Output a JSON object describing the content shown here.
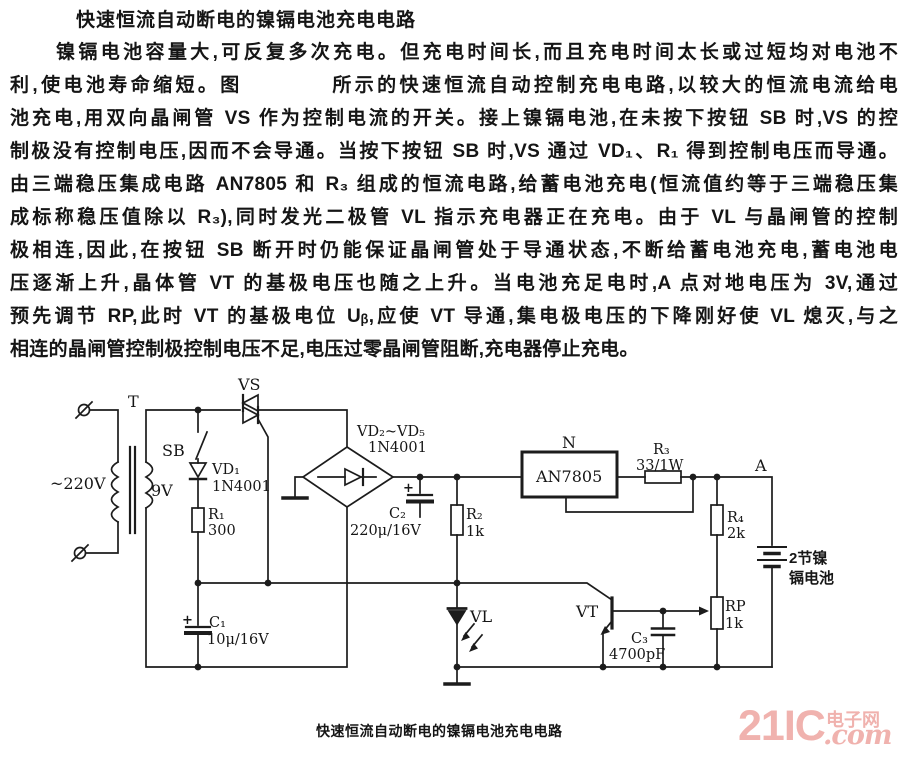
{
  "page": {
    "title": "快速恒流自动断电的镍镉电池充电电路",
    "paragraph_lines": [
      "镍镉电池容量大,可反复多次充电。但充电时间长,而且充电时间太长或过短均对电池不",
      "利,使电池寿命缩短。图　　　　所示的快速恒流自动控制充电电路,以较大的恒流电流给电",
      "池充电,用双向晶闸管 VS 作为控制电流的开关。接上镍镉电池,在未按下按钮 SB 时,VS 的控",
      "制极没有控制电压,因而不会导通。当按下按钮 SB 时,VS 通过 VD₁、R₁ 得到控制电压而导通。",
      "由三端稳压集成电路 AN7805 和 R₃ 组成的恒流电路,给蓄电池充电(恒流值约等于三端稳压集",
      "成标称稳压值除以 R₃),同时发光二极管 VL 指示充电器正在充电。由于 VL 与晶闸管的控制",
      "极相连,因此,在按钮 SB 断开时仍能保证晶闸管处于导通状态,不断给蓄电池充电,蓄电池电",
      "压逐渐上升,晶体管 VT 的基极电压也随之上升。当电池充足电时,A 点对地电压为 3V,通过",
      "预先调节 RP,此时 VT 的基极电位 Uᵦ,应使 VT 导通,集电极电压的下降刚好使 VL 熄灭,与之",
      "相连的晶闸管控制极控制电压不足,电压过零晶闸管阻断,充电器停止充电。"
    ],
    "caption": "快速恒流自动断电的镍镉电池充电电路",
    "watermark": {
      "big": "21IC",
      "right_top": "电子网",
      "right_bottom": ".com",
      "color": "#f0b2ae"
    }
  },
  "schematic": {
    "transformer": {
      "name": "T",
      "primary": "~220V",
      "secondary": "9V"
    },
    "switch_sb": "SB",
    "triac": "VS",
    "vd1": {
      "name": "VD₁",
      "part": "1N4001"
    },
    "r1": {
      "name": "R₁",
      "value": "300"
    },
    "bridge": {
      "name": "VD₂~VD₅",
      "part": "1N4001"
    },
    "c1": {
      "name": "C₁",
      "value": "10μ/16V",
      "polarity": "+"
    },
    "c2": {
      "name": "C₂",
      "value": "220μ/16V",
      "polarity": "+"
    },
    "r2": {
      "name": "R₂",
      "value": "1k"
    },
    "regulator": {
      "designator": "N",
      "part": "AN7805"
    },
    "r3": {
      "name": "R₃",
      "value": "33/1W"
    },
    "r4": {
      "name": "R₄",
      "value": "2k"
    },
    "point_a": "A",
    "battery": {
      "line1": "2节镍",
      "line2": "镉电池"
    },
    "led": "VL",
    "transistor": "VT",
    "c3": {
      "name": "C₃",
      "value": "4700pF"
    },
    "rp": {
      "name": "RP",
      "value": "1k"
    }
  }
}
